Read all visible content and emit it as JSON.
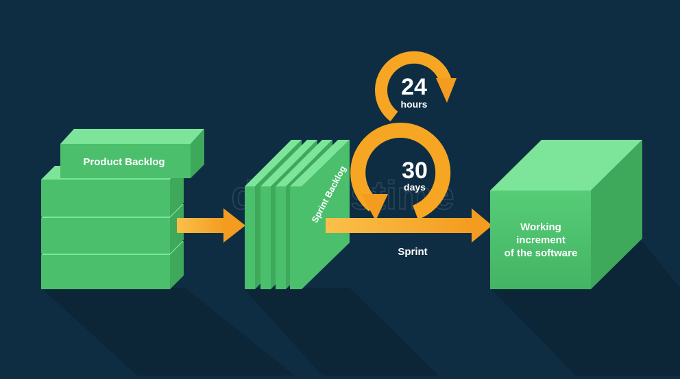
{
  "diagram": {
    "product_backlog": {
      "label": "Product Backlog"
    },
    "sprint_backlog": {
      "label": "Sprint Backlog"
    },
    "daily_cycle": {
      "number": "24",
      "unit": "hours"
    },
    "sprint_cycle": {
      "number": "30",
      "unit": "days"
    },
    "sprint_label": "Sprint",
    "increment": {
      "line1": "Working",
      "line2": "increment",
      "line3": "of the software"
    },
    "watermark": "dreamstime"
  },
  "colors": {
    "background": "#0f2d42",
    "shadow": "#0c2537",
    "green_front": "#4bbf6c",
    "green_top": "#7de59a",
    "green_side": "#3ea85b",
    "orange": "#f6a623",
    "orange_light": "#fbc04a",
    "text": "#ffffff"
  }
}
